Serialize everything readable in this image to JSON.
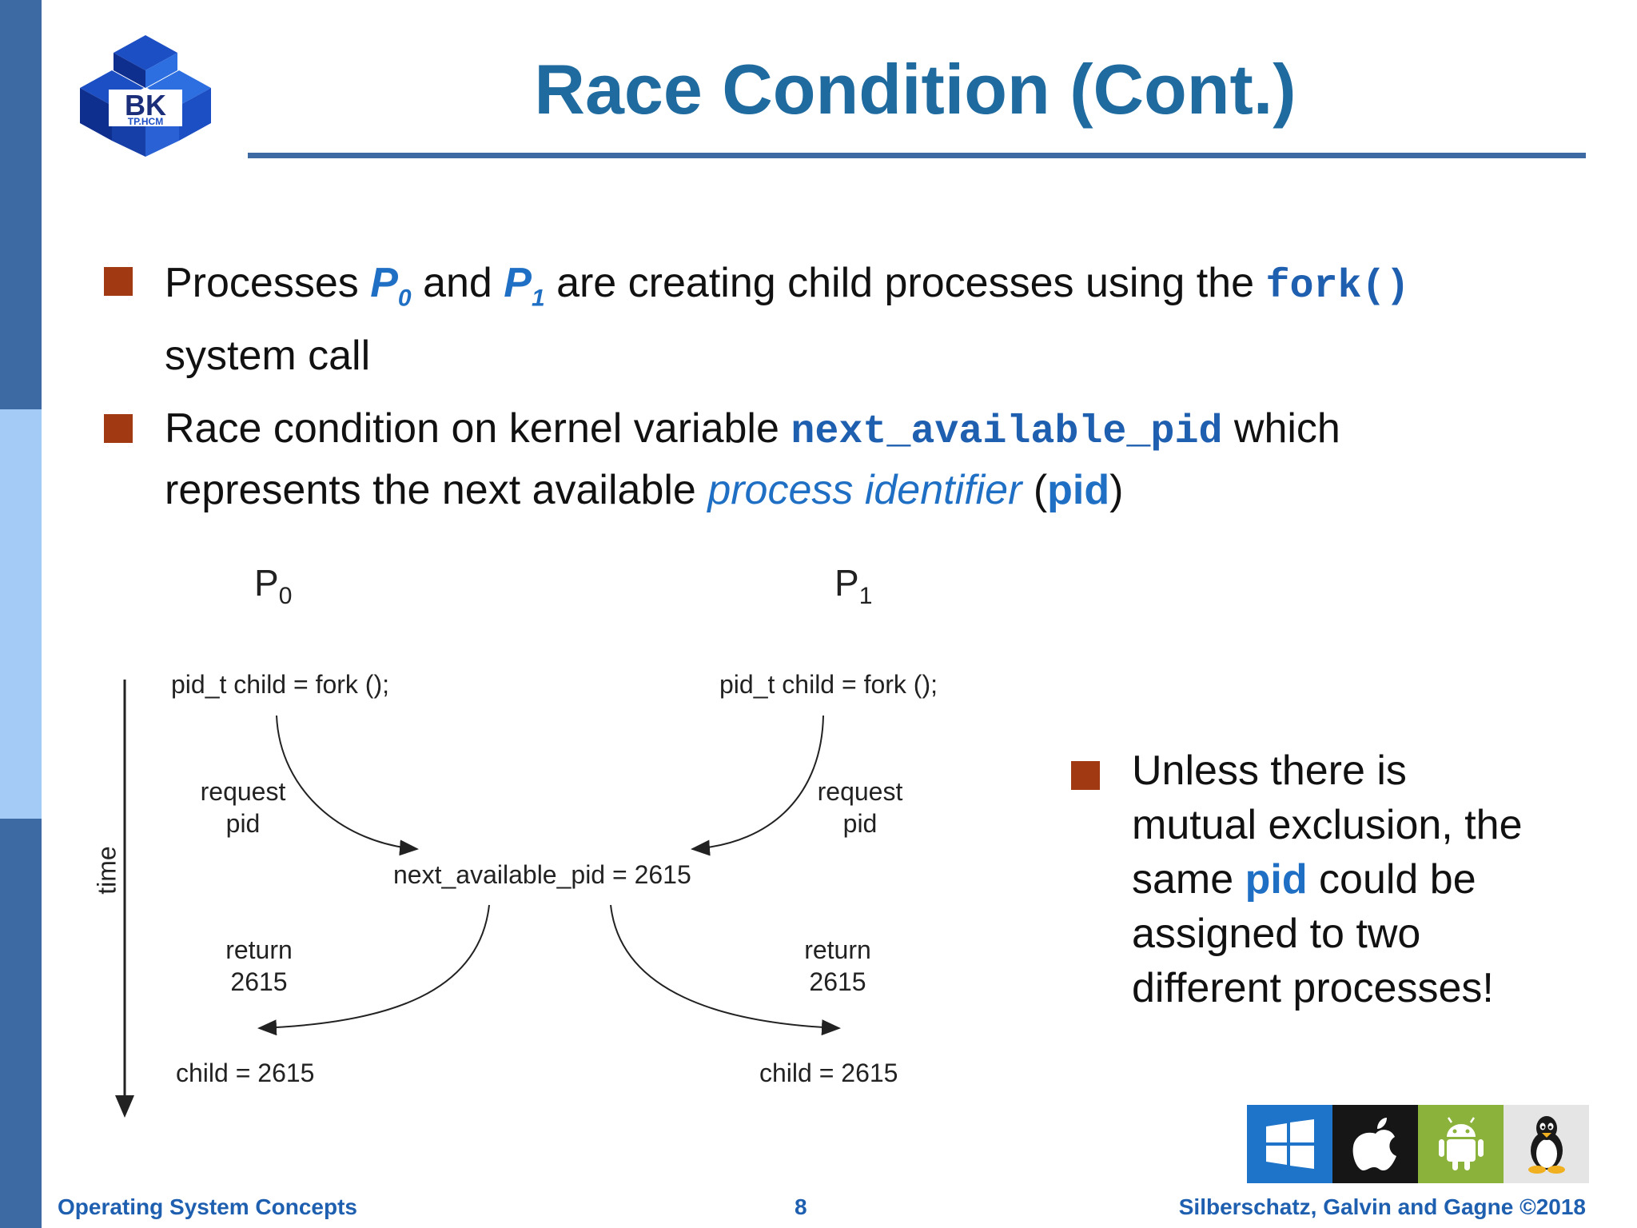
{
  "slide": {
    "title": "Race Condition (Cont.)",
    "logo": {
      "text_main": "BK",
      "text_sub": "TP.HCM"
    }
  },
  "bullets": [
    {
      "parts": {
        "a": "Processes ",
        "p0": "P",
        "p0_sub": "0",
        "b": " and ",
        "p1": "P",
        "p1_sub": "1",
        "c": " are creating child processes using the ",
        "code": "fork()",
        "line2": "system call"
      }
    },
    {
      "parts": {
        "a": "Race condition on kernel variable ",
        "code": "next_available_pid",
        "b": " which",
        "line2_a": "represents the next available ",
        "italic": "process identifier",
        "paren_open": " (",
        "bold": "pid",
        "paren_close": ")"
      }
    },
    {
      "lines": [
        "Unless there is",
        "mutual exclusion, the"
      ],
      "line3": {
        "a": "same ",
        "bold": "pid",
        "b": " could be"
      },
      "lines_end": [
        "assigned to two",
        "different processes!"
      ]
    }
  ],
  "diagram": {
    "p0_label": "P",
    "p0_sub": "0",
    "p1_label": "P",
    "p1_sub": "1",
    "left_call": "pid_t child = fork ();",
    "right_call": "pid_t child = fork ();",
    "request_left": [
      "request",
      "pid"
    ],
    "request_right": [
      "request",
      "pid"
    ],
    "center": "next_available_pid = 2615",
    "return_left": [
      "return",
      "2615"
    ],
    "return_right": [
      "return",
      "2615"
    ],
    "child_left": "child = 2615",
    "child_right": "child = 2615",
    "time_label": "time"
  },
  "os_icons": [
    "windows-icon",
    "apple-icon",
    "android-icon",
    "linux-icon"
  ],
  "colors": {
    "title": "#1f6a9e",
    "accent_blue": "#1f6fc4",
    "bullet": "#a13a12",
    "sidebar_dark": "#3d6aa3",
    "sidebar_light": "#a3cbf5"
  },
  "footer": {
    "left": "Operating System Concepts",
    "page": "8",
    "right": "Silberschatz, Galvin and Gagne ©2018"
  }
}
